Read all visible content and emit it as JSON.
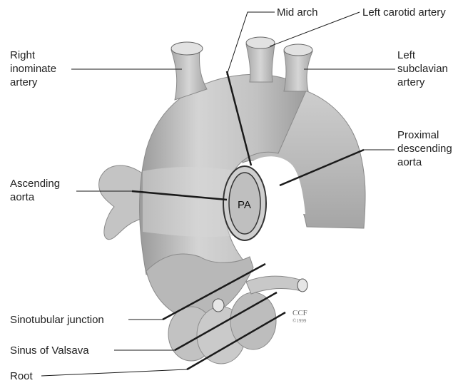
{
  "labels": {
    "right_inominate": [
      "Right",
      "inominate",
      "artery"
    ],
    "mid_arch": "Mid arch",
    "left_carotid": "Left carotid artery",
    "left_subclavian": [
      "Left",
      "subclavian",
      "artery"
    ],
    "proximal_descending": [
      "Proximal",
      "descending",
      "aorta"
    ],
    "ascending_aorta": [
      "Ascending",
      "aorta"
    ],
    "pa": "PA",
    "sinotubular_junction": "Sinotubular junction",
    "sinus_of_valsava": "Sinus of Valsava",
    "root": "Root"
  },
  "watermark": {
    "main": "CCF",
    "sub": "©1999"
  },
  "colors": {
    "vessel": "#bdbdbd",
    "vessel_light": "#d8d8d8",
    "vessel_dark": "#8f8f8f",
    "line": "#1a1a1a"
  }
}
